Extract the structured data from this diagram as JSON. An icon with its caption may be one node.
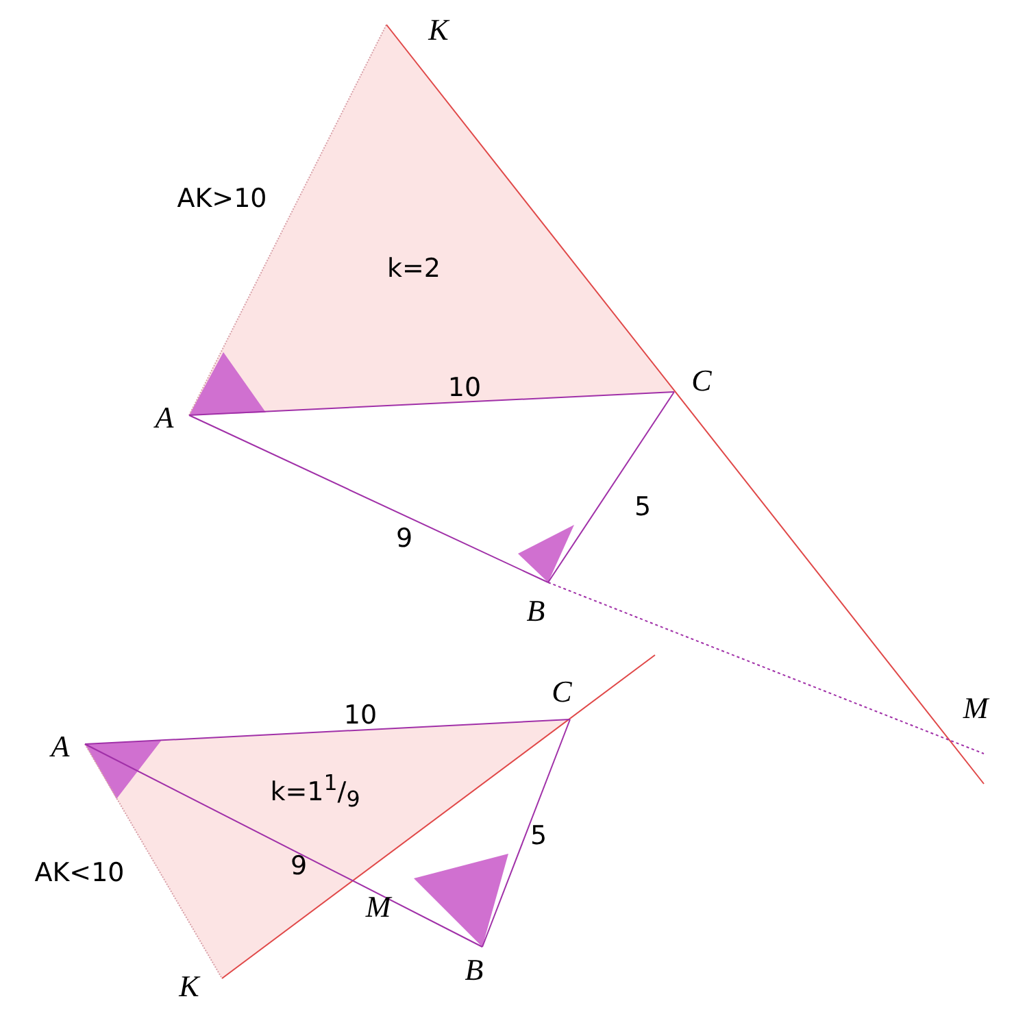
{
  "diagram": {
    "labels": [
      "K",
      "AK>10",
      "k=2",
      "C",
      "10",
      "A",
      "5",
      "9",
      "B",
      "M",
      "C",
      "10",
      "A",
      "k=1$^{1}$/$_{9}$",
      "9",
      "5",
      "AK<10",
      "M",
      "B",
      "K"
    ]
  }
}
